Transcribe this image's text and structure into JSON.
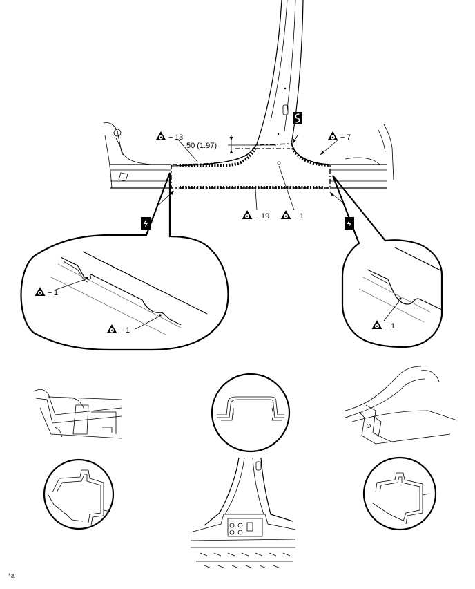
{
  "main_view": {
    "labels": {
      "weld_13": "13",
      "weld_7": "7",
      "weld_19": "19",
      "weld_1": "1",
      "dimension": "50 (1.97)"
    }
  },
  "detail_left": {
    "weld_a": "1",
    "weld_b": "1"
  },
  "detail_right": {
    "weld": "1"
  },
  "footnote": "*a",
  "symbols": {
    "spot_weld_icon": "triangle-spot-weld",
    "cut_icon": "lightning-cut",
    "s_cut_icon": "s-cut"
  }
}
